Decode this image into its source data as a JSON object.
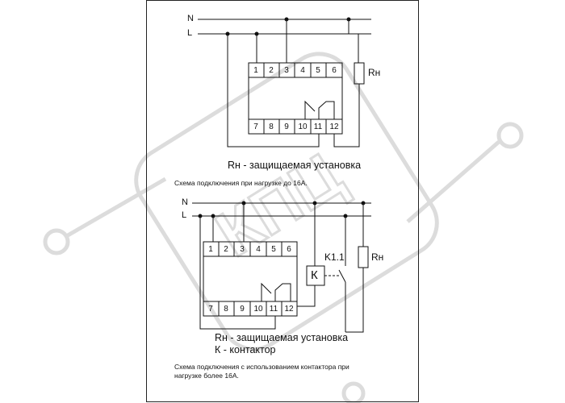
{
  "watermark": {
    "text": "КПЦ",
    "color": "#d9d9d9"
  },
  "colors": {
    "line": "#111111",
    "frame": "#222222",
    "background": "#ffffff"
  },
  "diagram1": {
    "line_n": "N",
    "line_l": "L",
    "top_terminals": [
      "1",
      "2",
      "3",
      "4",
      "5",
      "6"
    ],
    "bottom_terminals": [
      "7",
      "8",
      "9",
      "10",
      "11",
      "12"
    ],
    "load_label": "Rн",
    "legend": "Rн - защищаемая установка",
    "caption": "Схема подключения при нагрузке до 16А."
  },
  "diagram2": {
    "line_n": "N",
    "line_l": "L",
    "top_terminals": [
      "1",
      "2",
      "3",
      "4",
      "5",
      "6"
    ],
    "bottom_terminals": [
      "7",
      "8",
      "9",
      "10",
      "11",
      "12"
    ],
    "contactor_switch_label": "K1.1",
    "contactor_coil_label": "К",
    "load_label": "Rн",
    "legend_line1": "Rн - защищаемая установка",
    "legend_line2": "К - контактор",
    "caption_line1": "Схема подключения с использованием контактора при",
    "caption_line2": "нагрузке более 16А."
  }
}
